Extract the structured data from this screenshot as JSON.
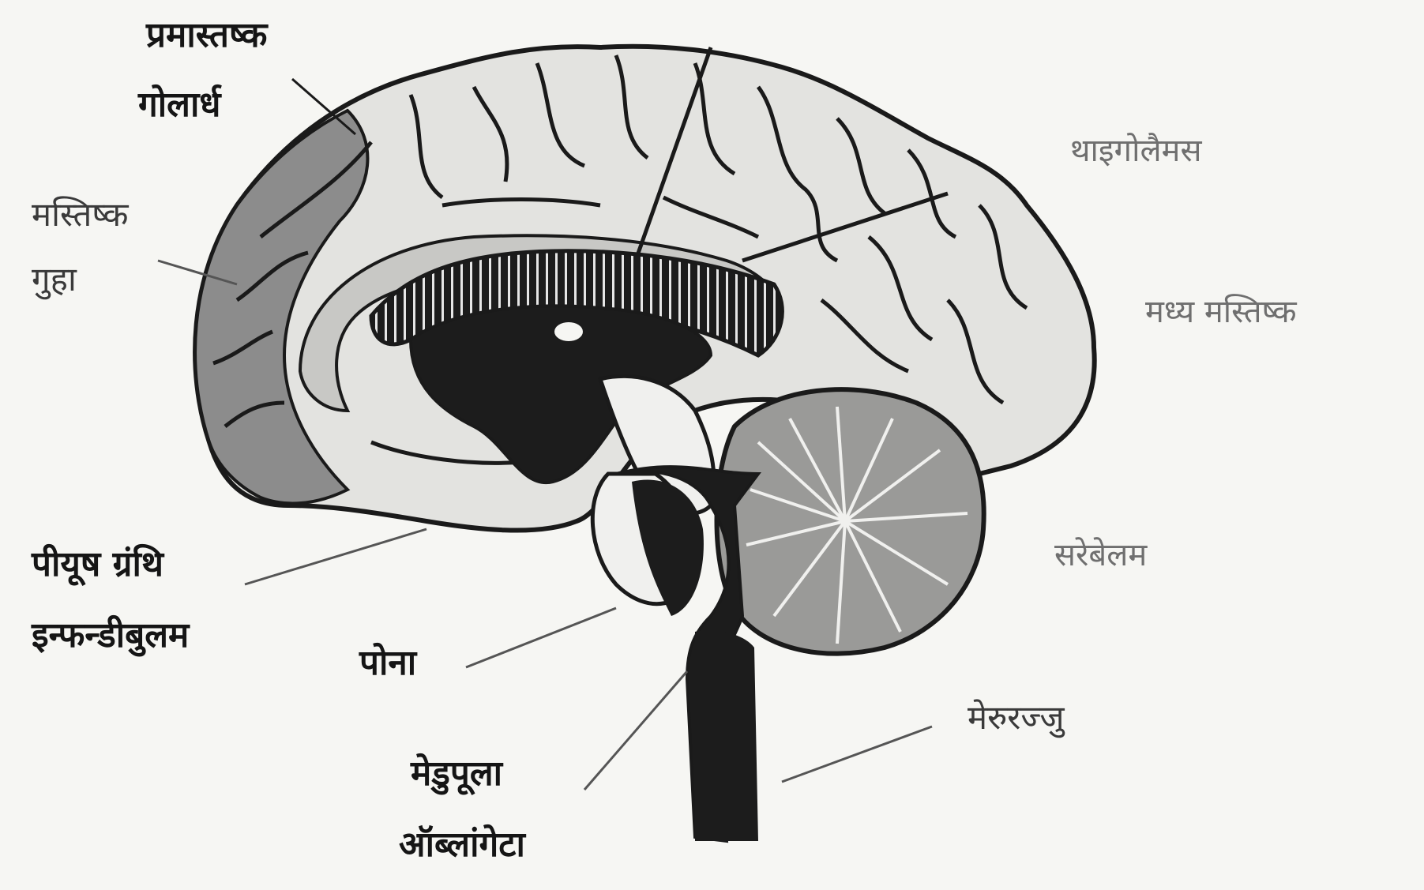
{
  "labels": {
    "cerebral_hemisphere_line1": "प्रमास्तष्क",
    "cerebral_hemisphere_line2": "गोलार्ध",
    "brain_cavity_line1": "मस्तिष्क",
    "brain_cavity_line2": "गुहा",
    "thalamus": "थाइगोलैमस",
    "midbrain": "मध्य मस्तिष्क",
    "pituitary_line1": "पीयूष ग्रंथि",
    "pituitary_line2": "इन्फन्डीबुलम",
    "pons": "पोना",
    "cerebellum": "सरेबेलम",
    "spinal_cord": "मेरुरज्जु",
    "medulla_line1": "मेडुपूला",
    "medulla_line2": "ऑब्लांगेटा"
  },
  "colors": {
    "background": "#f6f6f3",
    "outline": "#1a1a1a",
    "dark_fill": "#1c1c1c",
    "frontal_shade": "#8c8c8c",
    "light_shade": "#d9d9d6"
  }
}
